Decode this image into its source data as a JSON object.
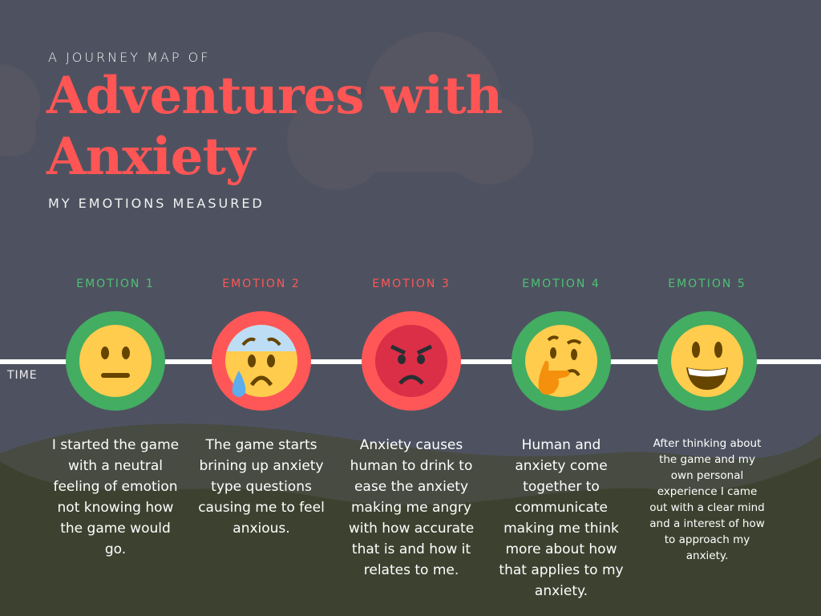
{
  "header": {
    "kicker": "A JOURNEY MAP OF",
    "title_line1": "Adventures with",
    "title_line2": "Anxiety",
    "subtitle": "MY EMOTIONS MEASURED"
  },
  "timeline": {
    "axis_label": "TIME"
  },
  "colors": {
    "background": "#4e5260",
    "positive": "#43ad62",
    "negative": "#ff5757",
    "title": "#ff5555"
  },
  "emotions": [
    {
      "label": "EMOTION 1",
      "mood": "positive",
      "icon": "neutral-face-icon",
      "description": "I started the game with a neutral feeling of emotion not knowing how the game would go."
    },
    {
      "label": "EMOTION 2",
      "mood": "negative",
      "icon": "anxious-face-icon",
      "description": "The game starts brining up anxiety type questions causing me to feel anxious."
    },
    {
      "label": "EMOTION 3",
      "mood": "negative",
      "icon": "angry-face-icon",
      "description": "Anxiety causes human to drink to ease the anxiety making me angry with how accurate that is and how it relates to me."
    },
    {
      "label": "EMOTION 4",
      "mood": "positive",
      "icon": "thinking-face-icon",
      "description": "Human and anxiety come together to communicate making me think more about how that applies to my anxiety."
    },
    {
      "label": "EMOTION 5",
      "mood": "positive",
      "icon": "grinning-face-icon",
      "description": "After thinking about the game and my own personal experience I came out with a clear mind and a interest of how to approach my anxiety."
    }
  ]
}
